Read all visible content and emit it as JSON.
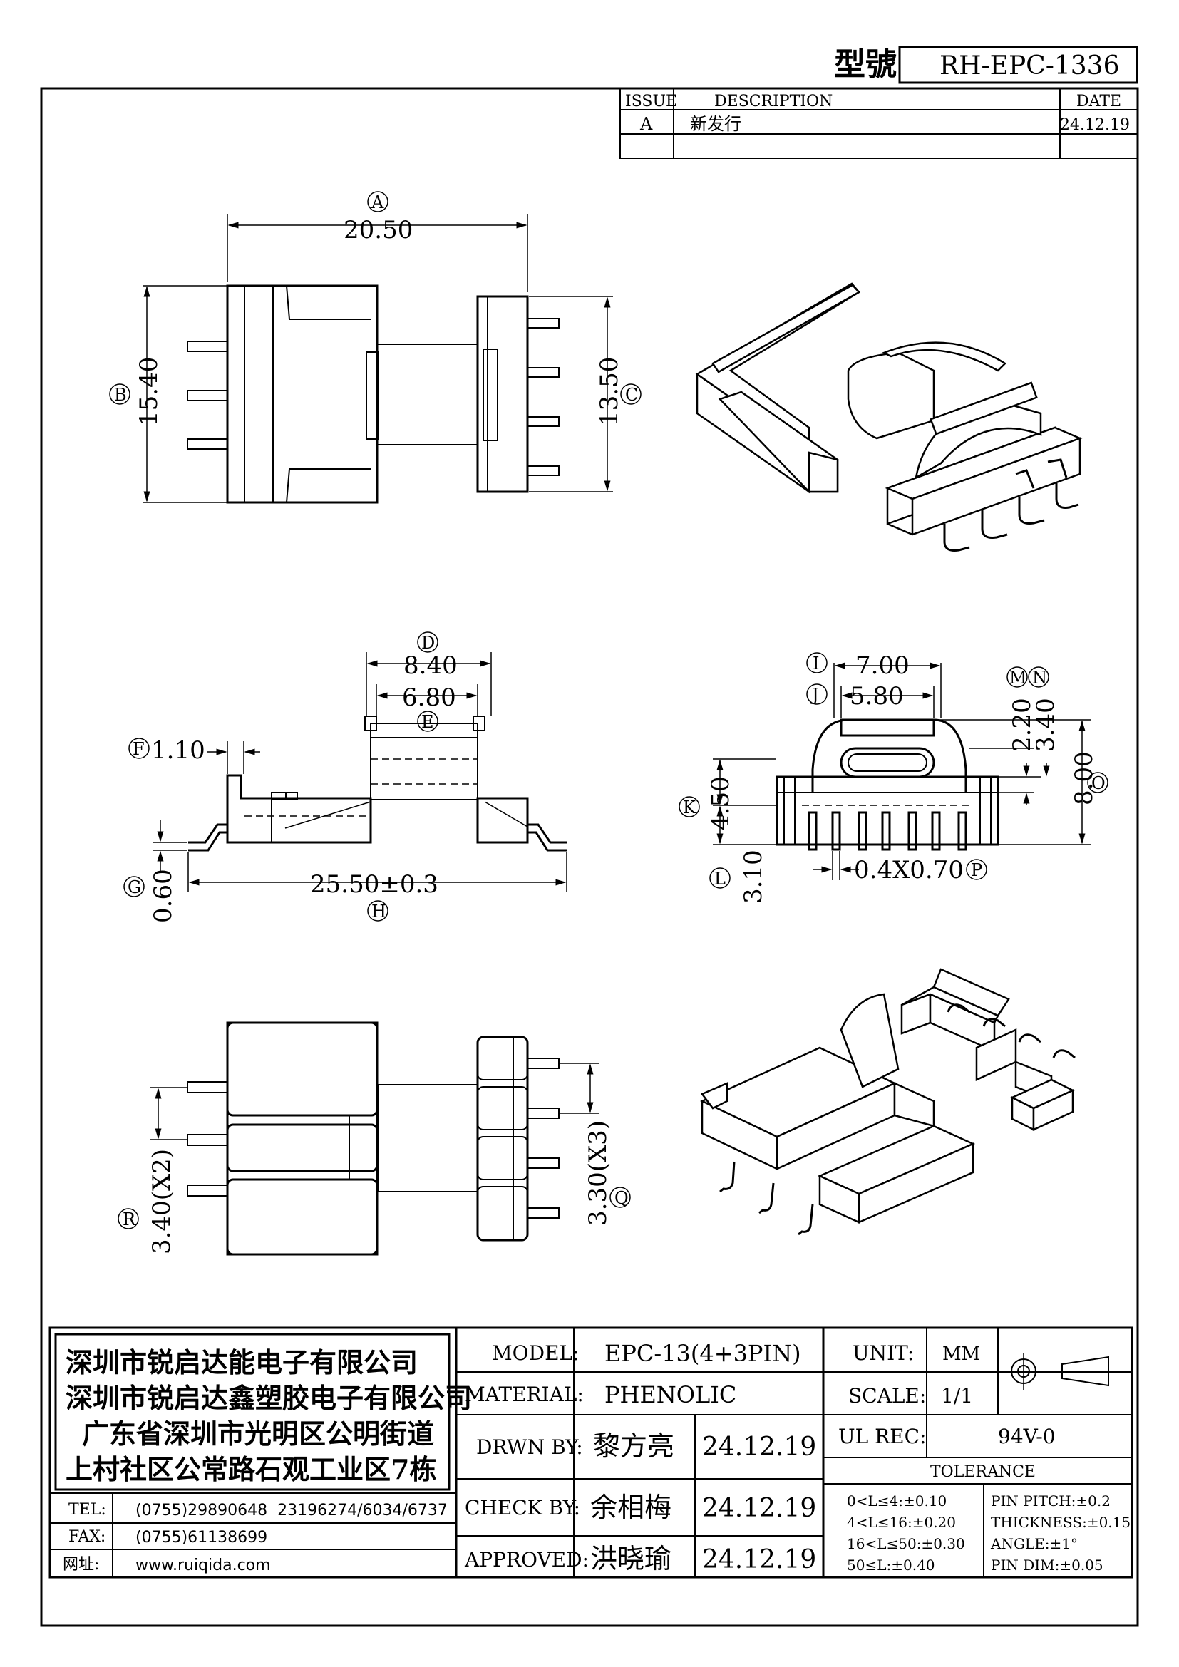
{
  "title_block": {
    "model_no_label": "型號",
    "model_no": "RH-EPC-1336"
  },
  "revision": {
    "headers": {
      "issue": "ISSUE",
      "description": "DESCRIPTION",
      "date": "DATE"
    },
    "rows": [
      {
        "issue": "A",
        "description": "新发行",
        "date": "24.12.19"
      }
    ]
  },
  "dimensions": {
    "a": {
      "marker": "A",
      "value": "20.50"
    },
    "b": {
      "marker": "B",
      "value": "15.40"
    },
    "c": {
      "marker": "C",
      "value": "13.50"
    },
    "d": {
      "marker": "D",
      "value": "8.40"
    },
    "e": {
      "marker": "E",
      "value": "6.80"
    },
    "f": {
      "marker": "F",
      "value": "1.10"
    },
    "g": {
      "marker": "G",
      "value": "0.60"
    },
    "h": {
      "marker": "H",
      "value": "25.50±0.3"
    },
    "i": {
      "marker": "I",
      "value": "7.00"
    },
    "j": {
      "marker": "J",
      "value": "5.80"
    },
    "k": {
      "marker": "K",
      "value": "4.50"
    },
    "l": {
      "marker": "L",
      "value": "3.10"
    },
    "m": {
      "marker": "M",
      "value": "2.20"
    },
    "n": {
      "marker": "N",
      "value": "3.40"
    },
    "o": {
      "marker": "O",
      "value": "8.00"
    },
    "p": {
      "marker": "P",
      "value": "0.4X0.70"
    },
    "q": {
      "marker": "Q",
      "value": "3.30(X3)"
    },
    "r": {
      "marker": "R",
      "value": "3.40(X2)"
    }
  },
  "company": {
    "lines": [
      "深圳市锐启达能电子有限公司",
      "深圳市锐启达鑫塑胶电子有限公司",
      "广东省深圳市光明区公明街道",
      "上村社区公常路石观工业区7栋"
    ],
    "tel_label": "TEL:",
    "tel": "(0755)29890648  23196274/6034/6737",
    "fax_label": "FAX:",
    "fax": "(0755)61138699",
    "web_label": "网址:",
    "web": "www.ruiqida.com"
  },
  "spec": {
    "model_label": "MODEL:",
    "model": "EPC-13(4+3PIN)",
    "material_label": "MATERIAL:",
    "material": "PHENOLIC",
    "drawn_label": "DRWN BY:",
    "drawn_by": "黎方亮",
    "drawn_date": "24.12.19",
    "check_label": "CHECK BY:",
    "check_by": "余相梅",
    "check_date": "24.12.19",
    "approved_label": "APPROVED:",
    "approved_by": "洪晓瑜",
    "approved_date": "24.12.19",
    "unit_label": "UNIT:",
    "unit": "MM",
    "scale_label": "SCALE:",
    "scale": "1/1",
    "ul_label": "UL REC:",
    "ul": "94V-0",
    "tolerance_label": "TOLERANCE",
    "tolerances_left": [
      "0<L≤4:±0.10",
      "4<L≤16:±0.20",
      "16<L≤50:±0.30",
      "50≤L:±0.40"
    ],
    "tolerances_right": [
      "PIN PITCH:±0.2",
      "THICKNESS:±0.15",
      "ANGLE:±1°",
      "PIN DIM:±0.05"
    ]
  }
}
